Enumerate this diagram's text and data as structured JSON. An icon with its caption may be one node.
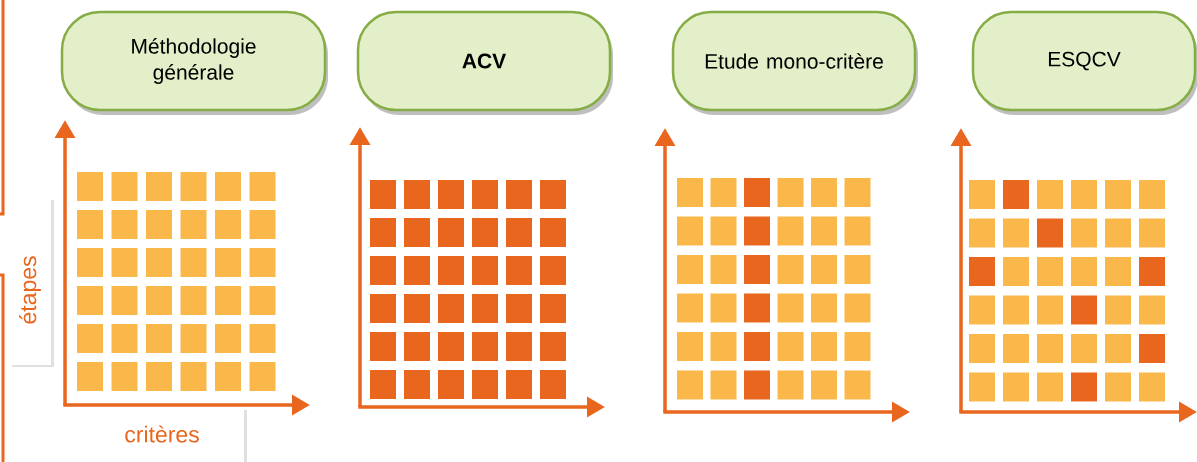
{
  "diagram": {
    "nodes": [
      {
        "text": [
          "Méthodologie générale"
        ]
      },
      {
        "text": [
          "ACV"
        ]
      },
      {
        "text": [
          "Etude mono-critère"
        ]
      },
      {
        "text": [
          "ESQCV"
        ]
      }
    ],
    "labels": [
      "étapes",
      "critères"
    ]
  }
}
